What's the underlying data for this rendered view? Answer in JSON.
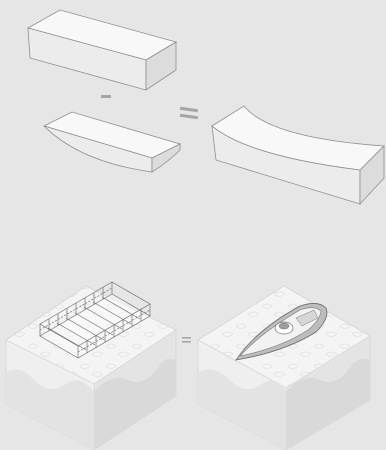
{
  "diagram": {
    "background": "#e6e6e6",
    "face_light": "#f7f7f7",
    "face_mid": "#ececec",
    "face_dark": "#dedede",
    "edge": "#8f8f8f",
    "symbol_color": "#a6a6a6",
    "upper_equation": {
      "operators": [
        "−",
        "="
      ],
      "terms": [
        "rectangular-block",
        "curved-hull-wedge",
        "concave-block"
      ]
    },
    "lower_equation": {
      "operators": [
        "="
      ],
      "terms": [
        "building-frame-module",
        "boat-module"
      ]
    }
  }
}
